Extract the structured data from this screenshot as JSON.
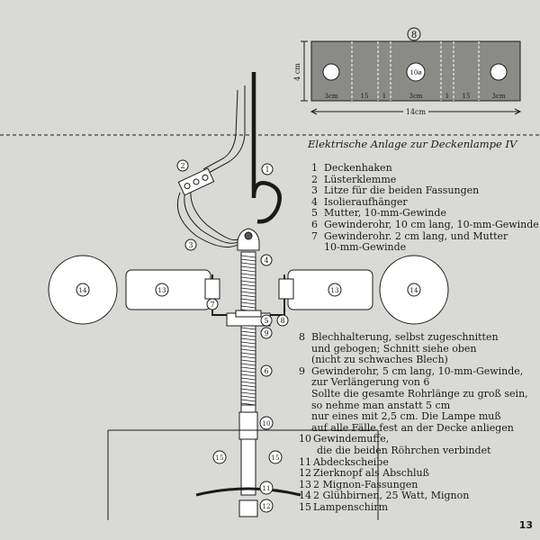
{
  "caption": "Elektrische Anlage zur Deckenlampe IV",
  "page_number": "13",
  "plate": {
    "number": "8",
    "height_label": "4 cm",
    "center_label": "10ø",
    "segment_labels": [
      "3cm",
      "15",
      "1",
      "3cm",
      "1",
      "15",
      "3cm"
    ],
    "width_label": "14cm"
  },
  "callout_numbers": [
    "1",
    "2",
    "3",
    "4",
    "5",
    "6",
    "7",
    "8",
    "9",
    "10",
    "11",
    "12",
    "13",
    "14",
    "15"
  ],
  "legend_top": [
    {
      "num": "1",
      "text": "Deckenhaken"
    },
    {
      "num": "2",
      "text": "Lüsterklemme"
    },
    {
      "num": "3",
      "text": "Litze für die beiden Fassungen"
    },
    {
      "num": "4",
      "text": "Isolieraufhänger"
    },
    {
      "num": "5",
      "text": "Mutter, 10-mm-Gewinde"
    },
    {
      "num": "6",
      "text": "Gewinderohr, 10 cm lang, 10-mm-Gewinde"
    },
    {
      "num": "7",
      "text": "Gewinderohr. 2 cm lang, und Mutter"
    },
    {
      "num": "",
      "text": "10-mm-Gewinde"
    }
  ],
  "legend_bottom": [
    {
      "num": "8",
      "text": "Blechhalterung, selbst zugeschnitten"
    },
    {
      "num": "",
      "text": "und gebogen; Schnitt siehe oben"
    },
    {
      "num": "",
      "text": "(nicht zu schwaches Blech)"
    },
    {
      "num": "9",
      "text": "Gewinderohr, 5 cm lang, 10-mm-Gewinde,"
    },
    {
      "num": "",
      "text": "zur Verlängerung von 6"
    },
    {
      "num": "",
      "text": "Sollte die gesamte Rohrlänge zu groß sein,"
    },
    {
      "num": "",
      "text": "so nehme man anstatt 5 cm"
    },
    {
      "num": "",
      "text": "nur eines mit 2,5 cm. Die Lampe muß"
    },
    {
      "num": "",
      "text": "auf alle Fälle fest an der Decke anliegen"
    },
    {
      "num": "10",
      "text": "Gewindemuffe,"
    },
    {
      "num": "",
      "text": "die die beiden Röhrchen verbindet"
    },
    {
      "num": "11",
      "text": "Abdeckscheibe"
    },
    {
      "num": "12",
      "text": "Zierknopf als Abschluß"
    },
    {
      "num": "13",
      "text": "2 Mignon-Fassungen"
    },
    {
      "num": "14",
      "text": "2 Glühbirnen, 25 Watt, Mignon"
    },
    {
      "num": "15",
      "text": "Lampenschirm"
    }
  ]
}
